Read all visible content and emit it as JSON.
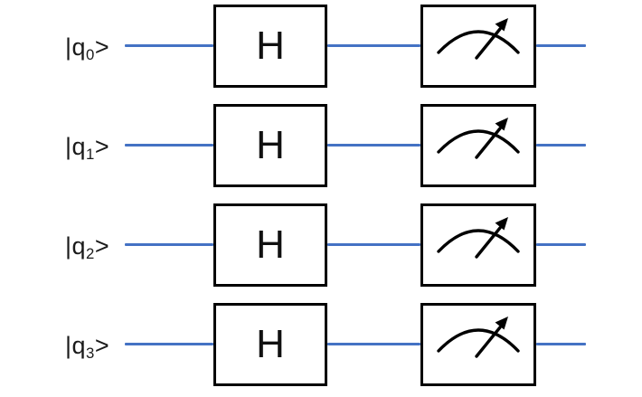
{
  "circuit": {
    "description": "4-qubit quantum circuit: each qubit passes through a Hadamard gate then a measurement",
    "wire_color": "#4472C4",
    "gate_border_color": "#000000",
    "background_color": "#FFFFFF",
    "rows": [
      {
        "label": "|q0>",
        "ket_prefix": "|q",
        "subscript": "0",
        "ket_suffix": ">",
        "gate_label": "H",
        "measurement": "meter"
      },
      {
        "label": "|q1>",
        "ket_prefix": "|q",
        "subscript": "1",
        "ket_suffix": ">",
        "gate_label": "H",
        "measurement": "meter"
      },
      {
        "label": "|q2>",
        "ket_prefix": "|q",
        "subscript": "2",
        "ket_suffix": ">",
        "gate_label": "H",
        "measurement": "meter"
      },
      {
        "label": "|q3>",
        "ket_prefix": "|q",
        "subscript": "3",
        "ket_suffix": ">",
        "gate_label": "H",
        "measurement": "meter"
      }
    ]
  }
}
